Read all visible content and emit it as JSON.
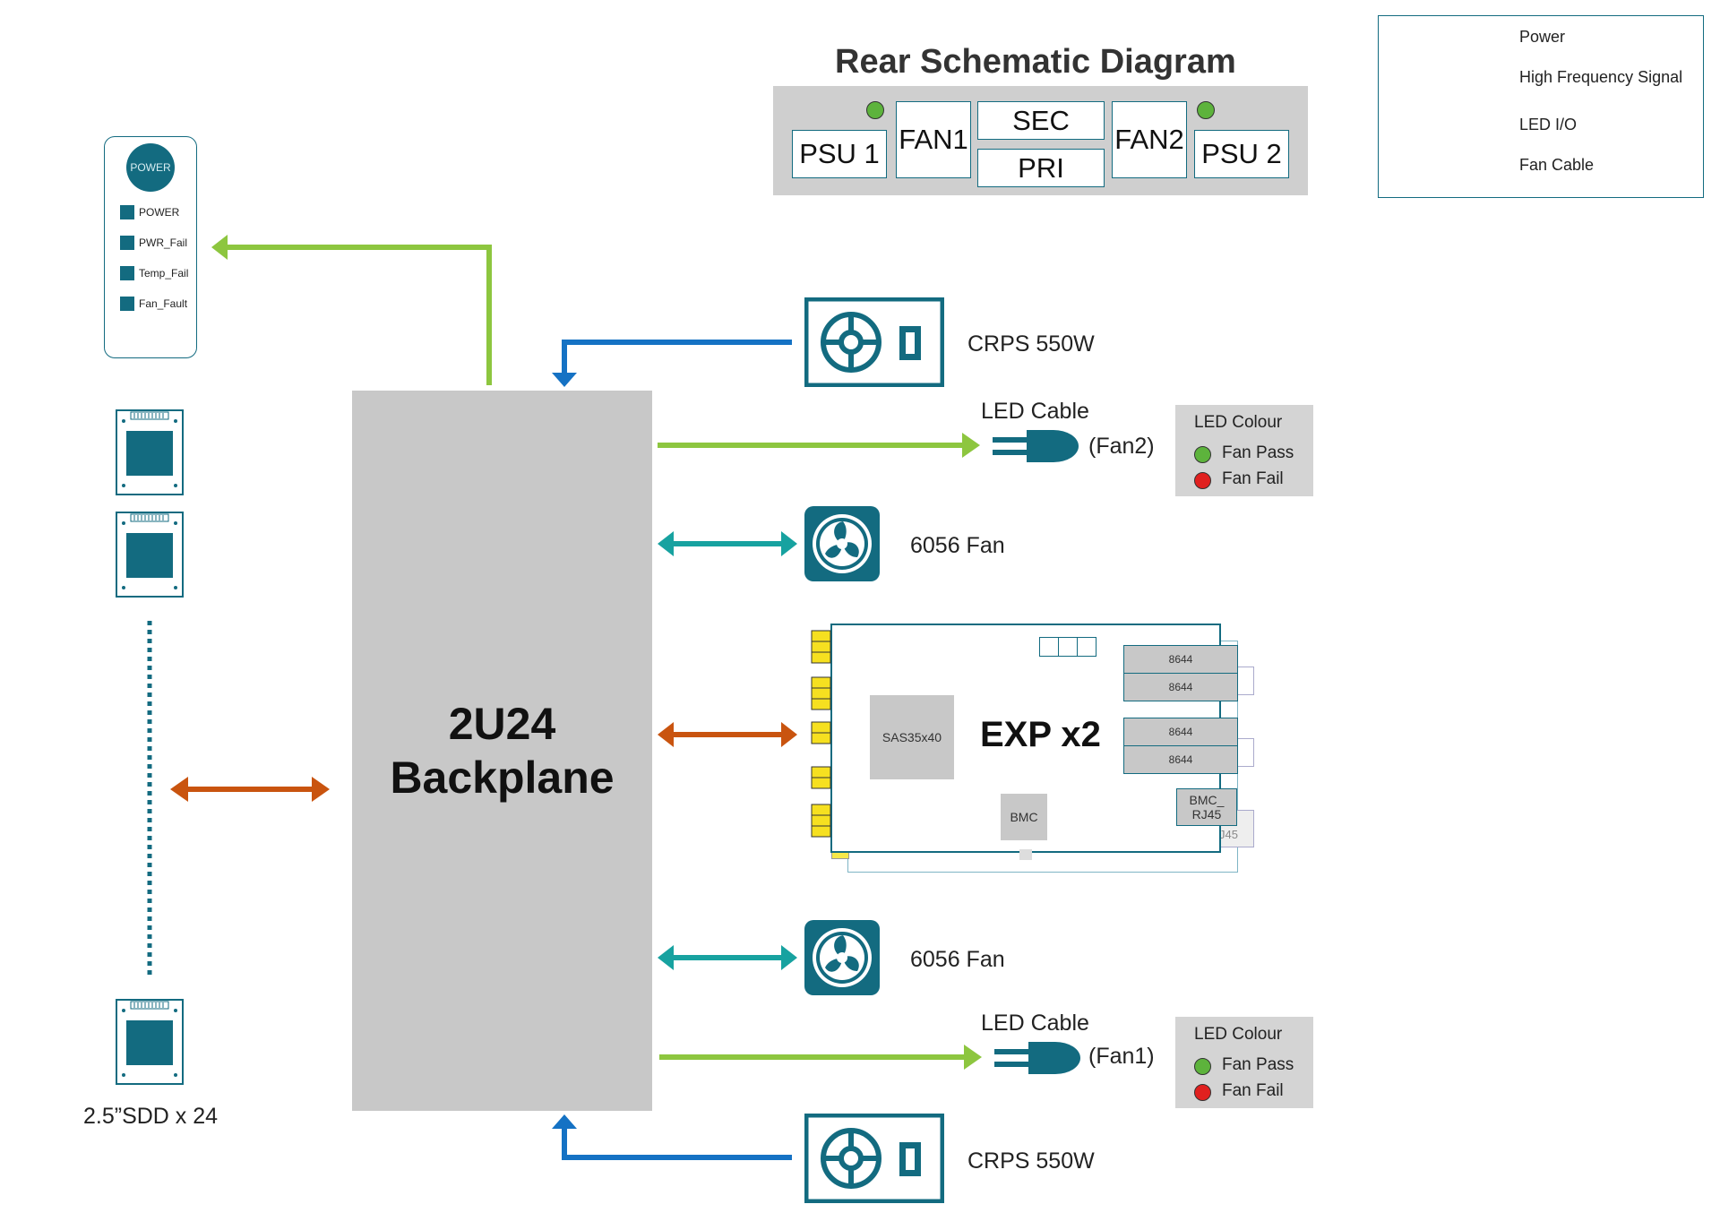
{
  "title": "Rear Schematic Diagram",
  "rear": {
    "psu1": "PSU 1",
    "fan1": "FAN1",
    "sec": "SEC",
    "pri": "PRI",
    "fan2": "FAN2",
    "psu2": "PSU 2"
  },
  "legend": {
    "power": "Power",
    "hf": "High Frequency Signal",
    "led": "LED I/O",
    "fan": "Fan Cable"
  },
  "front_panel": {
    "button": "POWER",
    "items": [
      "POWER",
      "PWR_Fail",
      "Temp_Fail",
      "Fan_Fault"
    ]
  },
  "backplane": {
    "line1": "2U24",
    "line2": "Backplane"
  },
  "ssd_label": "2.5”SDD x 24",
  "crps_top": "CRPS 550W",
  "crps_bottom": "CRPS 550W",
  "led_cable_top": {
    "title": "LED Cable",
    "sub": "(Fan2)"
  },
  "led_cable_bottom": {
    "title": "LED Cable",
    "sub": "(Fan1)"
  },
  "led_colour_top": {
    "title": "LED Colour",
    "pass": "Fan Pass",
    "fail": "Fan Fail"
  },
  "led_colour_bottom": {
    "title": "LED Colour",
    "pass": "Fan Pass",
    "fail": "Fan Fail"
  },
  "fan_top": "6056 Fan",
  "fan_bottom": "6056 Fan",
  "exp": {
    "title": "EXP x2",
    "chip": "SAS35x40",
    "bmc": "BMC",
    "bmc_rj45_1": "BMC_",
    "bmc_rj45_2": "RJ45",
    "rj45_shadow": "J45",
    "ports": [
      "8644",
      "8644",
      "8644",
      "8644"
    ]
  },
  "colors": {
    "power": "#1572c4",
    "hf": "#c9540f",
    "led": "#8dc63f",
    "fan": "#17a2a0",
    "teal": "#136b80",
    "gray": "#c8c8c8",
    "pass": "#5db33c",
    "fail": "#e0201f"
  }
}
